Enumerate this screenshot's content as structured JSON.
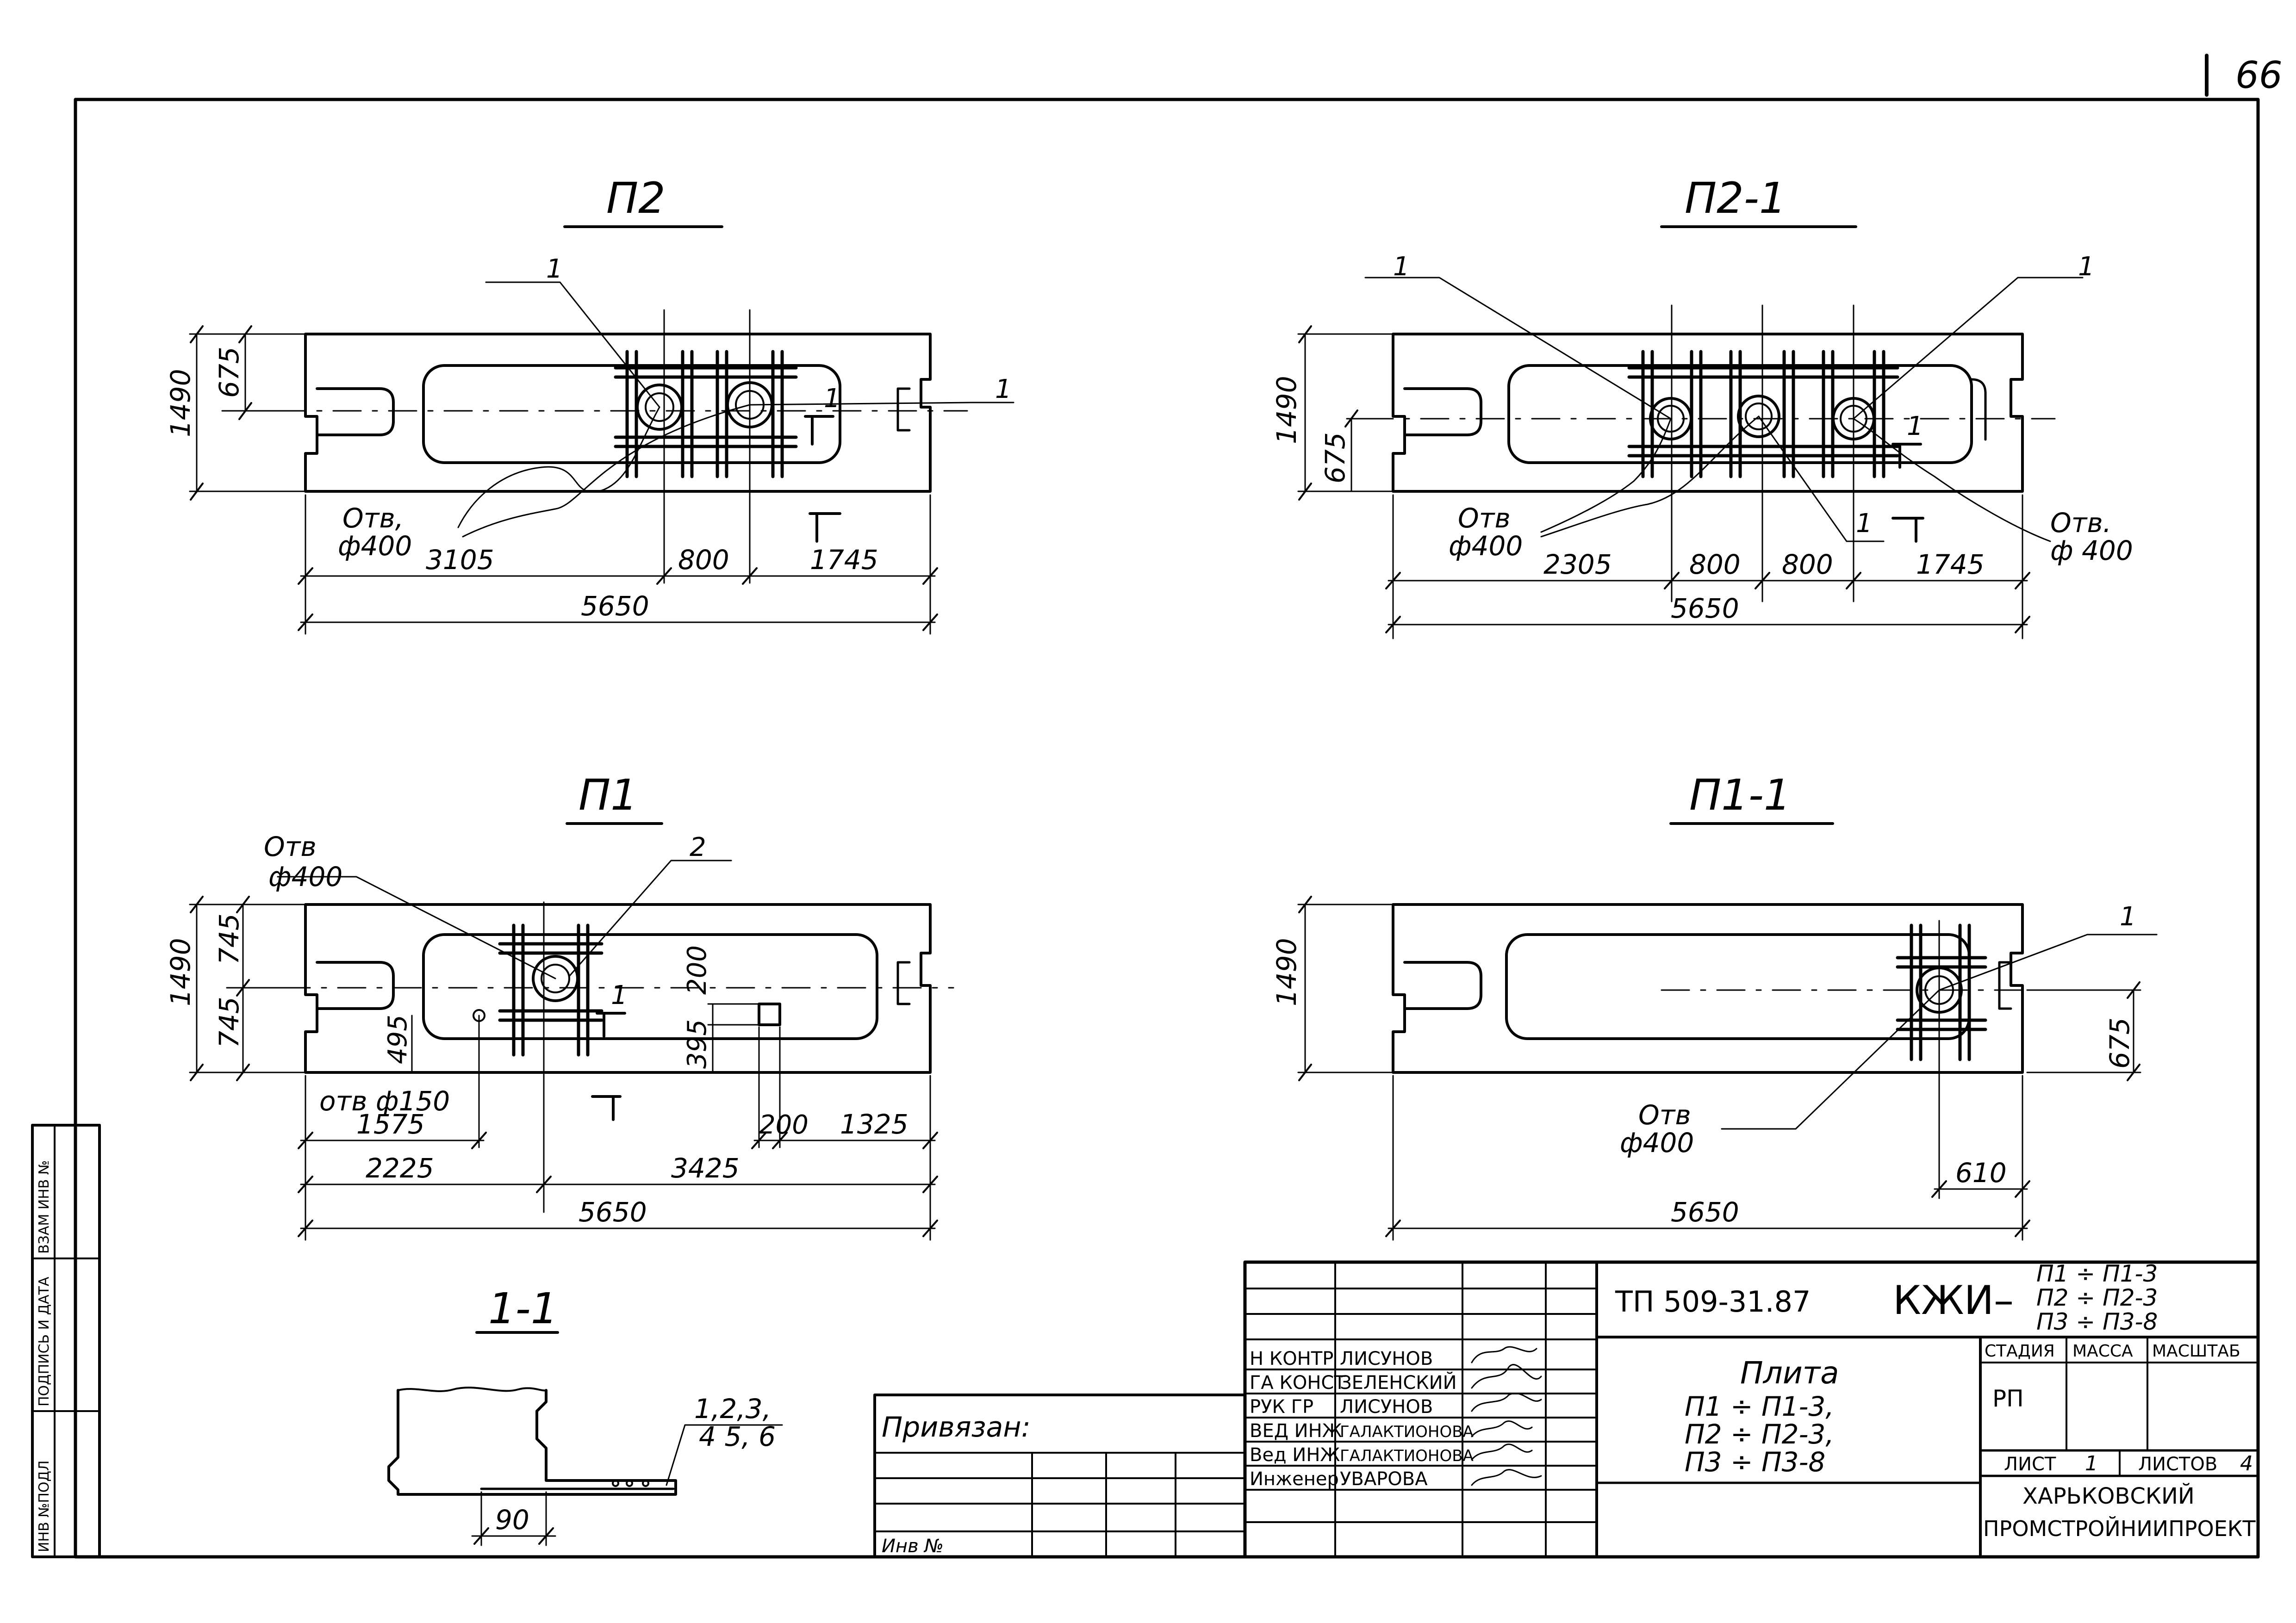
{
  "sheet": {
    "page_number": "66"
  },
  "views": {
    "p2": {
      "title": "П2",
      "callout_1": "1",
      "callout_2": "1",
      "hole_label": "Отв,",
      "hole_diameter": "ф400",
      "section_mark": "1",
      "dim_height": "1490",
      "dim_offset": "675",
      "dim_a": "3105",
      "dim_b": "800",
      "dim_c": "1745",
      "dim_total": "5650"
    },
    "p2_1": {
      "title": "П2-1",
      "callout_1": "1",
      "callout_2": "1",
      "callout_3": "1",
      "hole_label_left": "Отв",
      "hole_diameter_left": "ф400",
      "hole_label_right": "Отв.",
      "hole_diameter_right": "ф 400",
      "section_mark": "1",
      "dim_height": "1490",
      "dim_offset": "675",
      "dim_a": "2305",
      "dim_b": "800",
      "dim_c": "800",
      "dim_d": "1745",
      "dim_total": "5650"
    },
    "p1": {
      "title": "П1",
      "hole_label": "Отв",
      "hole_diameter": "ф400",
      "callout_2": "2",
      "small_hole": "отв ф150",
      "section_mark": "1",
      "dim_height": "1490",
      "dim_half_top": "745",
      "dim_half_bottom": "745",
      "dim_495": "495",
      "dim_395": "395",
      "dim_200v": "200",
      "dim_200h": "200",
      "dim_1325": "1325",
      "dim_1575": "1575",
      "dim_2225": "2225",
      "dim_3425": "3425",
      "dim_total": "5650"
    },
    "p1_1": {
      "title": "П1-1",
      "callout_1": "1",
      "hole_label": "Отв",
      "hole_diameter": "ф400",
      "dim_height": "1490",
      "dim_offset": "675",
      "dim_610": "610",
      "dim_total": "5650"
    },
    "section": {
      "title": "1-1",
      "callout": "1,2,3,",
      "callout_2": "4 5, 6",
      "dim_90": "90"
    }
  },
  "side_stamp": {
    "col1": "ИНВ №ПОДЛ",
    "col2": "ПОДПИСЬ И ДАТА",
    "col3": "ВЗАМ ИНВ №"
  },
  "binding_block": {
    "title": "Привязан:",
    "inv_label": "Инв №"
  },
  "title_block": {
    "designation": "ТП 509-31.87",
    "code_prefix": "КЖИ–",
    "code_lines": [
      "П1 ÷ П1-3",
      "П2 ÷ П2-3",
      "П3 ÷ П3-8"
    ],
    "signers": [
      {
        "role": "Н КОНТР",
        "name": "ЛИСУНОВ"
      },
      {
        "role": "ГА КОНСТ",
        "name": "ЗЕЛЕНСКИЙ"
      },
      {
        "role": "РУК ГР",
        "name": "ЛИСУНОВ"
      },
      {
        "role": "ВЕД ИНЖ",
        "name": "ГАЛАКТИОНОВА"
      },
      {
        "role": "Вед ИНЖ",
        "name": "ГАЛАКТИОНОВА"
      },
      {
        "role": "Инженер",
        "name": "УВАРОВА"
      }
    ],
    "product_name": "Плита",
    "product_lines": [
      "П1 ÷ П1-3,",
      "П2 ÷ П2-3,",
      "П3 ÷ П3-8"
    ],
    "col_stage": "СТАДИЯ",
    "col_mass": "МАССА",
    "col_scale": "МАСШТАБ",
    "stage_value": "РП",
    "sheet_label": "ЛИСТ",
    "sheet_value": "1",
    "sheets_label": "ЛИСТОВ",
    "sheets_value": "4",
    "org_line1": "ХАРЬКОВСКИЙ",
    "org_line2": "ПРОМСТРОЙНИИПРОЕКТ"
  }
}
